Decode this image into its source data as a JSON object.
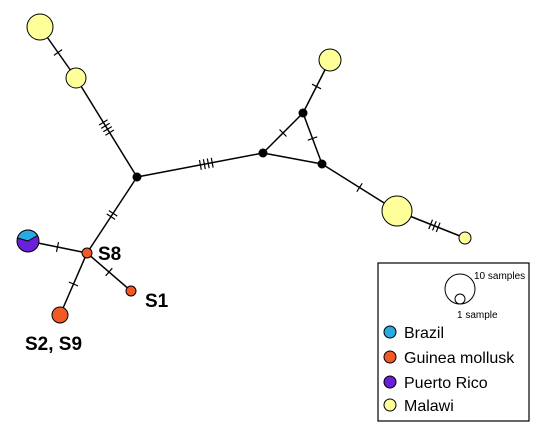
{
  "colors": {
    "brazil": "#29abe2",
    "guinea_mollusk": "#f15a24",
    "puerto_rico": "#6a1fd8",
    "malawi": "#ffff99",
    "median_vector": "#000000",
    "line": "#000000"
  },
  "labels": {
    "s8": "S8",
    "s1": "S1",
    "s2_s9": "S2, S9"
  },
  "legend": {
    "scale_large": "10 samples",
    "scale_small": "1 sample",
    "items": [
      {
        "name": "Brazil",
        "color_key": "brazil"
      },
      {
        "name": "Guinea mollusk",
        "color_key": "guinea_mollusk"
      },
      {
        "name": "Puerto Rico",
        "color_key": "puerto_rico"
      },
      {
        "name": "Malawi",
        "color_key": "malawi"
      }
    ]
  }
}
